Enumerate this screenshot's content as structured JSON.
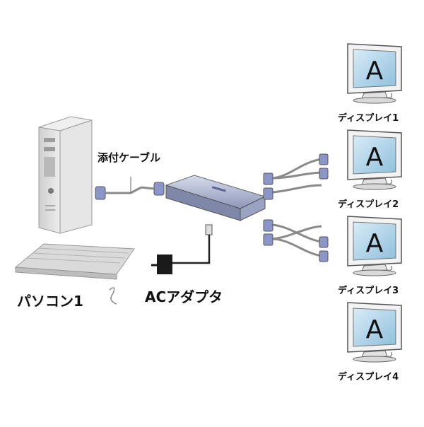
{
  "pc_label": "パソコン1",
  "cable_label": "添付ケーブル",
  "adapter_label": "ACアダプタ",
  "monitor_letter": "A",
  "displays": [
    {
      "label": "ディスプレイ1"
    },
    {
      "label": "ディスプレイ2"
    },
    {
      "label": "ディスプレイ3"
    },
    {
      "label": "ディスプレイ4"
    }
  ],
  "colors": {
    "screen_blue": "#a9cfe6",
    "connector_blue": "#8a96c8",
    "splitter_body": "#b9c0d8",
    "cable_gray": "#8a8a8a",
    "pc_gray": "#d9d9d9"
  }
}
